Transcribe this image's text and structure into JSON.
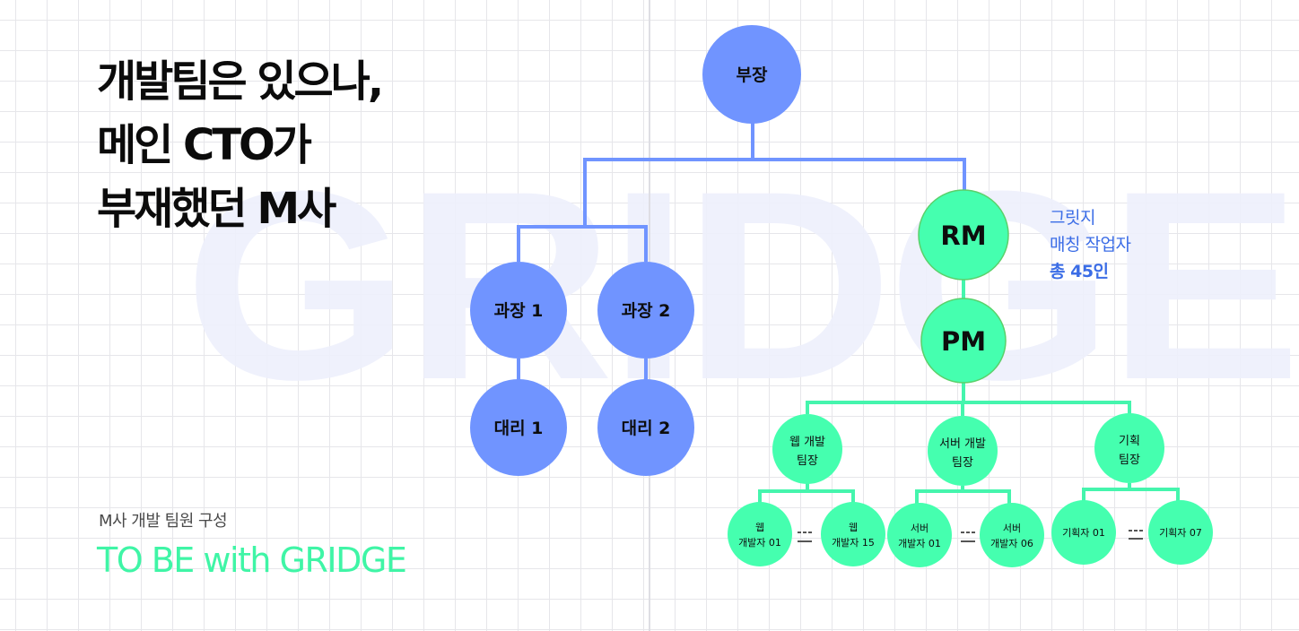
{
  "headline": {
    "lines": [
      "개발팀은 있으나,",
      "메인 CTO가",
      "부재했던 M사"
    ]
  },
  "subtitle": "M사 개발 팀원 구성",
  "tagline": "TO BE with GRIDGE",
  "watermark": "GRIDGE",
  "colors": {
    "blue_node": "#7094ff",
    "green_node": "#45ffaf",
    "green_border": "#5bd06a",
    "blue_line": "#7094ff",
    "green_line": "#45f5ad",
    "label_blue": "#3b6de6",
    "tagline_green": "#3ff5a6"
  },
  "org_chart": {
    "company": {
      "head": "부장",
      "managers": [
        {
          "label": "과장 1",
          "assistant": "대리 1"
        },
        {
          "label": "과장 2",
          "assistant": "대리 2"
        }
      ]
    },
    "gridge": {
      "rm": "RM",
      "pm": "PM",
      "teams": [
        {
          "lead": [
            "웹 개발",
            "팀장"
          ],
          "members": [
            [
              "웹",
              "개발자 01"
            ],
            [
              "웹",
              "개발자 15"
            ]
          ]
        },
        {
          "lead": [
            "서버 개발",
            "팀장"
          ],
          "members": [
            [
              "서버",
              "개발자 01"
            ],
            [
              "서버",
              "개발자 06"
            ]
          ]
        },
        {
          "lead": [
            "기획",
            "팀장"
          ],
          "members": [
            [
              "기획자 01"
            ],
            [
              "기획자 07"
            ]
          ]
        }
      ]
    }
  },
  "side_label": {
    "lines": [
      "그릿지",
      "매칭 작업자"
    ],
    "total": "총 45인"
  }
}
